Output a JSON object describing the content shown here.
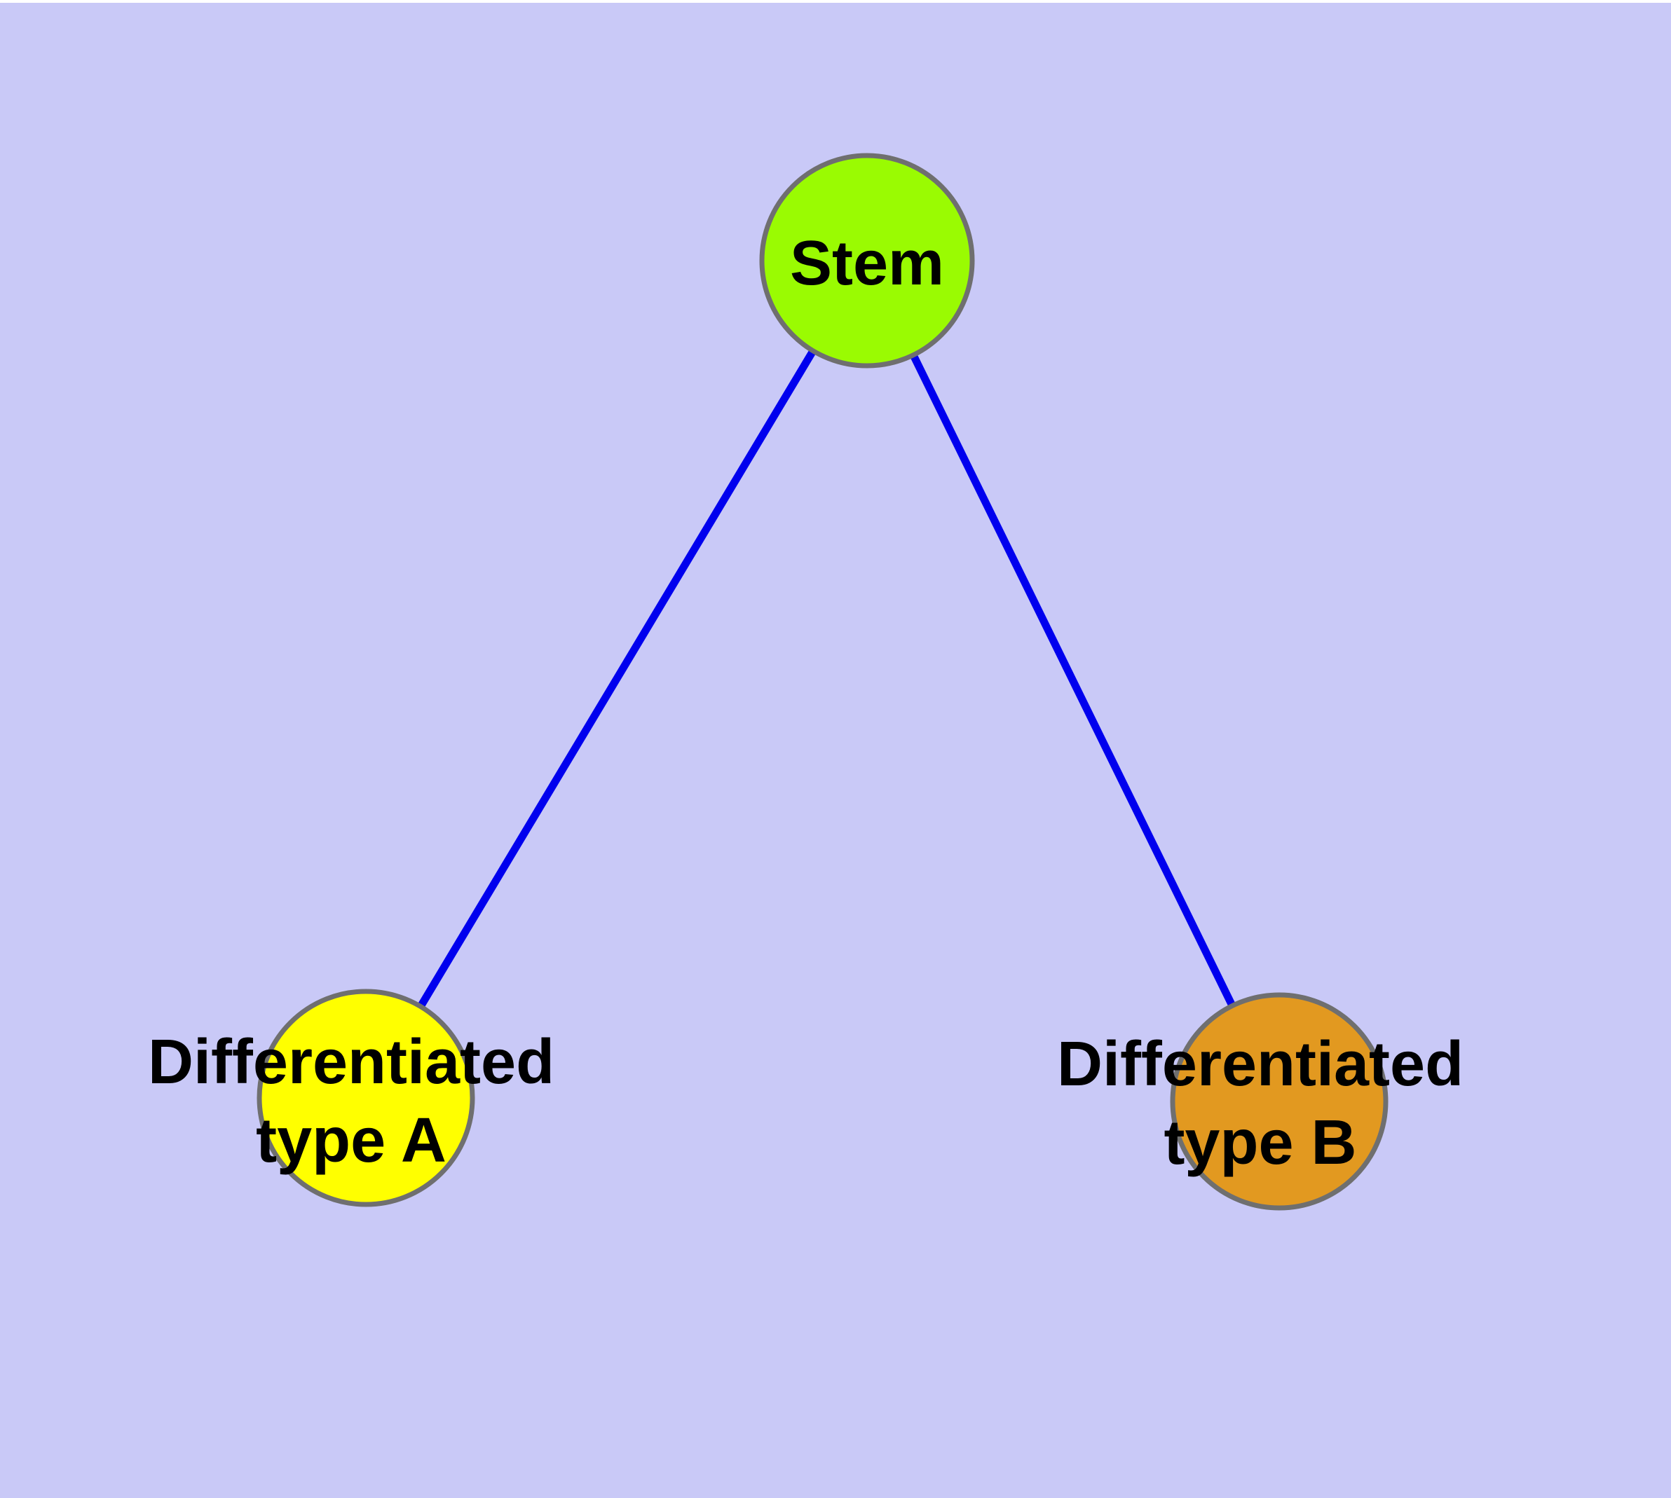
{
  "diagram": {
    "type": "node-link-graph",
    "background_color": "#c9c9f7",
    "top_strip_color": "#ffffff",
    "edge_color": "#0000ee",
    "node_border_color": "#6f6f6f",
    "label_color": "#000000",
    "nodes": [
      {
        "id": "stem",
        "label": "Stem",
        "color": "#9afb02"
      },
      {
        "id": "diff-a",
        "label": "Differentiated\ntype A",
        "color": "#ffff00"
      },
      {
        "id": "diff-b",
        "label": "Differentiated\ntype B",
        "color": "#e29920"
      }
    ],
    "edges": [
      {
        "from": "stem",
        "to": "diff-a"
      },
      {
        "from": "stem",
        "to": "diff-b"
      }
    ]
  }
}
